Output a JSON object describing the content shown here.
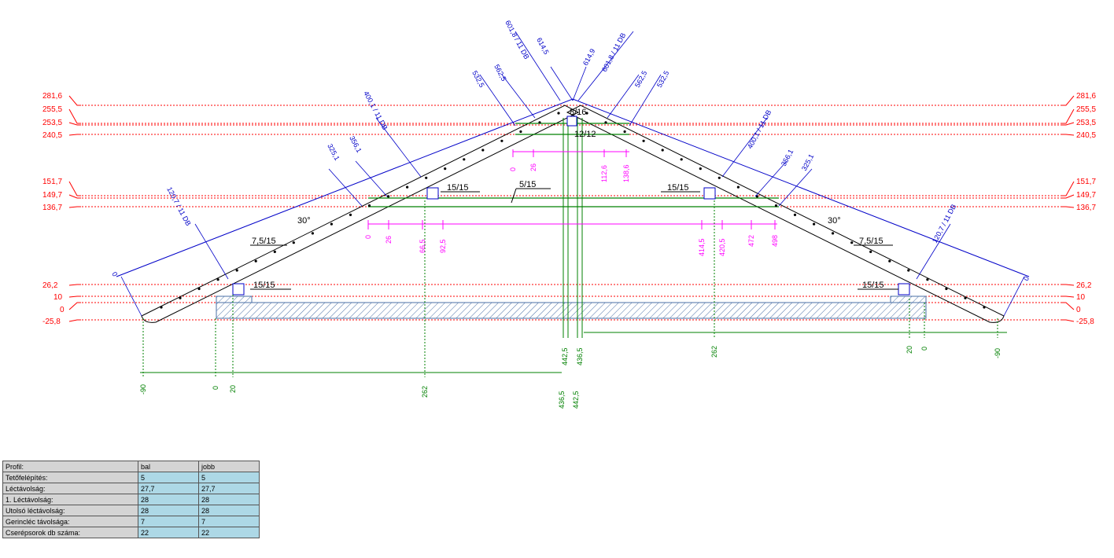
{
  "levels": {
    "left": [
      "281,6",
      "255,5",
      "253,5",
      "240,5",
      "151,7",
      "149,7",
      "136,7",
      "26,2",
      "10",
      "0",
      "-25,8"
    ],
    "right": [
      "281,6",
      "255,5",
      "253,5",
      "240,5",
      "151,7",
      "149,7",
      "136,7",
      "26,2",
      "10",
      "0",
      "-25,8"
    ]
  },
  "labels": {
    "ridge_beam": "8/16",
    "king_post": "12/12",
    "collar": "5/15",
    "purlin_left": "15/15",
    "purlin_right": "15/15",
    "plate_left": "15/15",
    "plate_right": "15/15",
    "rafter_left": "7,5/15",
    "rafter_right": "7,5/15",
    "angle_left": "30°",
    "angle_right": "30°"
  },
  "slope_dims": {
    "left": [
      "0",
      "120,7 / 11 DB",
      "325,1",
      "356,1",
      "400,1 / 11 DB",
      "532,5",
      "562,5",
      "601,8 / 11 DB",
      "614,5"
    ],
    "right": [
      "614,9",
      "601,8 / 11 DB",
      "562,5",
      "532,5",
      "400,1 / 11 DB",
      "356,1",
      "325,1",
      "120,7 / 11 DB",
      "0"
    ]
  },
  "magenta_dims": {
    "upper": [
      "0",
      "26",
      "112,6",
      "138,6"
    ],
    "lower": [
      "0",
      "26",
      "66,5",
      "92,5",
      "414,5",
      "420,5",
      "472",
      "498"
    ]
  },
  "green_dims": {
    "left": [
      "-90",
      "0",
      "20",
      "262",
      "436,5",
      "442,5"
    ],
    "center": [
      "442,5",
      "436,5"
    ],
    "right": [
      "262",
      "20",
      "0",
      "-90"
    ]
  },
  "table": {
    "header": {
      "key": "Profil:",
      "left": "bal",
      "right": "jobb"
    },
    "rows": [
      {
        "key": "Tetőfelépítés:",
        "left": "5",
        "right": "5"
      },
      {
        "key": "Léctávolság:",
        "left": "27,7",
        "right": "27,7"
      },
      {
        "key": "1. Léctávolság:",
        "left": "28",
        "right": "28"
      },
      {
        "key": "Utolsó léctávolság:",
        "left": "28",
        "right": "28"
      },
      {
        "key": "Gerincléc távolsága:",
        "left": "7",
        "right": "7"
      },
      {
        "key": "Cserépsorok db száma:",
        "left": "22",
        "right": "22"
      }
    ]
  },
  "colors": {
    "level": "#ff0000",
    "timber": "#000000",
    "green_dim": "#008000",
    "magenta_dim": "#ff00ff",
    "blue_dim": "#0000c8",
    "slab_hatch": "#4a6fa5",
    "table_key_bg": "#d4d4d4",
    "table_value_bg": "#add8e6"
  }
}
